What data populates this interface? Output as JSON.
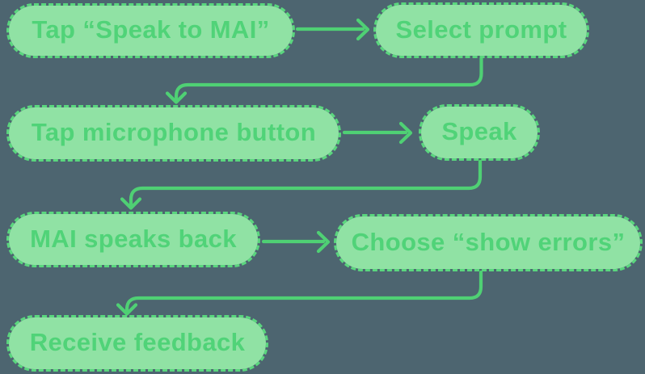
{
  "colors": {
    "background": "#4d6570",
    "node_fill": "#90e2a4",
    "node_border": "#5ad77e",
    "node_text": "#50d378",
    "arrow": "#4fd074"
  },
  "flowchart": {
    "nodes": [
      {
        "id": "tap-speak-to-mai",
        "label": "Tap “Speak to MAI”"
      },
      {
        "id": "select-prompt",
        "label": "Select prompt"
      },
      {
        "id": "tap-microphone-button",
        "label": "Tap microphone button"
      },
      {
        "id": "speak",
        "label": "Speak"
      },
      {
        "id": "mai-speaks-back",
        "label": "MAI speaks back"
      },
      {
        "id": "choose-show-errors",
        "label": "Choose “show errors”"
      },
      {
        "id": "receive-feedback",
        "label": "Receive feedback"
      }
    ],
    "edges": [
      {
        "from": "tap-speak-to-mai",
        "to": "select-prompt"
      },
      {
        "from": "select-prompt",
        "to": "tap-microphone-button"
      },
      {
        "from": "tap-microphone-button",
        "to": "speak"
      },
      {
        "from": "speak",
        "to": "mai-speaks-back"
      },
      {
        "from": "mai-speaks-back",
        "to": "choose-show-errors"
      },
      {
        "from": "choose-show-errors",
        "to": "receive-feedback"
      }
    ]
  }
}
